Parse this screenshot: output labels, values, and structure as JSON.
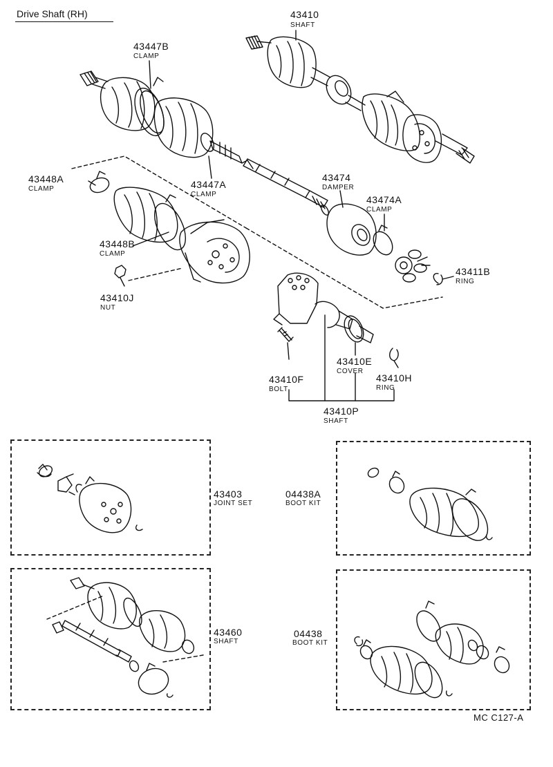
{
  "title": "Drive Shaft (RH)",
  "reference": "MC C127-A",
  "parts": {
    "p43410": {
      "number": "43410",
      "desc": "SHAFT"
    },
    "p43447B": {
      "number": "43447B",
      "desc": "CLAMP"
    },
    "p43448A": {
      "number": "43448A",
      "desc": "CLAMP"
    },
    "p43447A": {
      "number": "43447A",
      "desc": "CLAMP"
    },
    "p43474": {
      "number": "43474",
      "desc": "DAMPER"
    },
    "p43474A": {
      "number": "43474A",
      "desc": "CLAMP"
    },
    "p43448B": {
      "number": "43448B",
      "desc": "CLAMP"
    },
    "p43411B": {
      "number": "43411B",
      "desc": "RING"
    },
    "p43410J": {
      "number": "43410J",
      "desc": "NUT"
    },
    "p43410E": {
      "number": "43410E",
      "desc": "COVER"
    },
    "p43410F": {
      "number": "43410F",
      "desc": "BOLT"
    },
    "p43410H": {
      "number": "43410H",
      "desc": "RING"
    },
    "p43410P": {
      "number": "43410P",
      "desc": "SHAFT"
    },
    "p43403": {
      "number": "43403",
      "desc": "JOINT SET"
    },
    "p04438A": {
      "number": "04438A",
      "desc": "BOOT KIT"
    },
    "p43460": {
      "number": "43460",
      "desc": "SHAFT"
    },
    "p04438": {
      "number": "04438",
      "desc": "BOOT KIT"
    }
  }
}
